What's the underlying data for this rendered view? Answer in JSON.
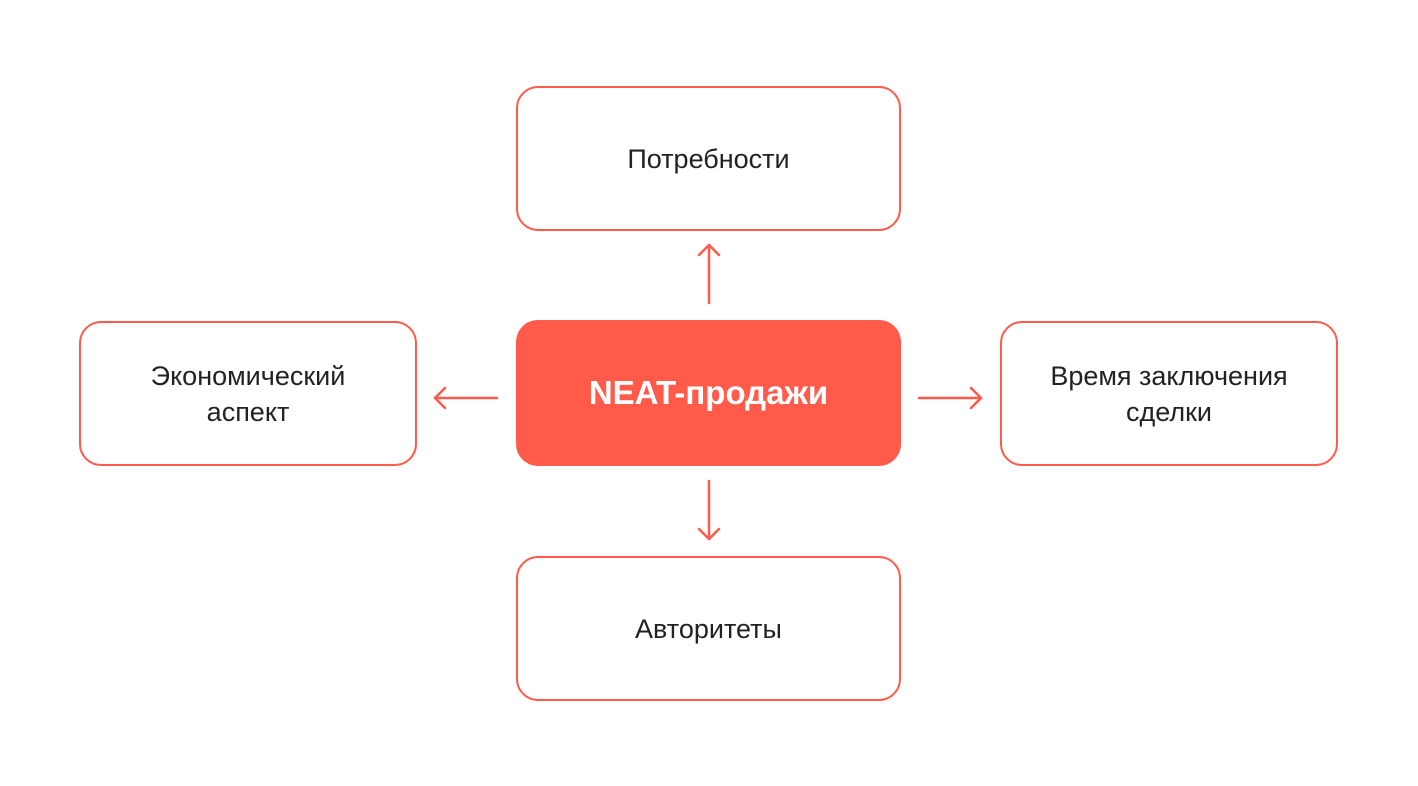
{
  "center": {
    "label": "NEAT-продажи"
  },
  "nodes": {
    "top": {
      "label": "Потребности"
    },
    "left": {
      "label": "Экономический\nаспект"
    },
    "right": {
      "label": "Время заключения\nсделки"
    },
    "bottom": {
      "label": "Авторитеты"
    }
  },
  "colors": {
    "accent": "#FF5A4A",
    "text": "#222222"
  }
}
